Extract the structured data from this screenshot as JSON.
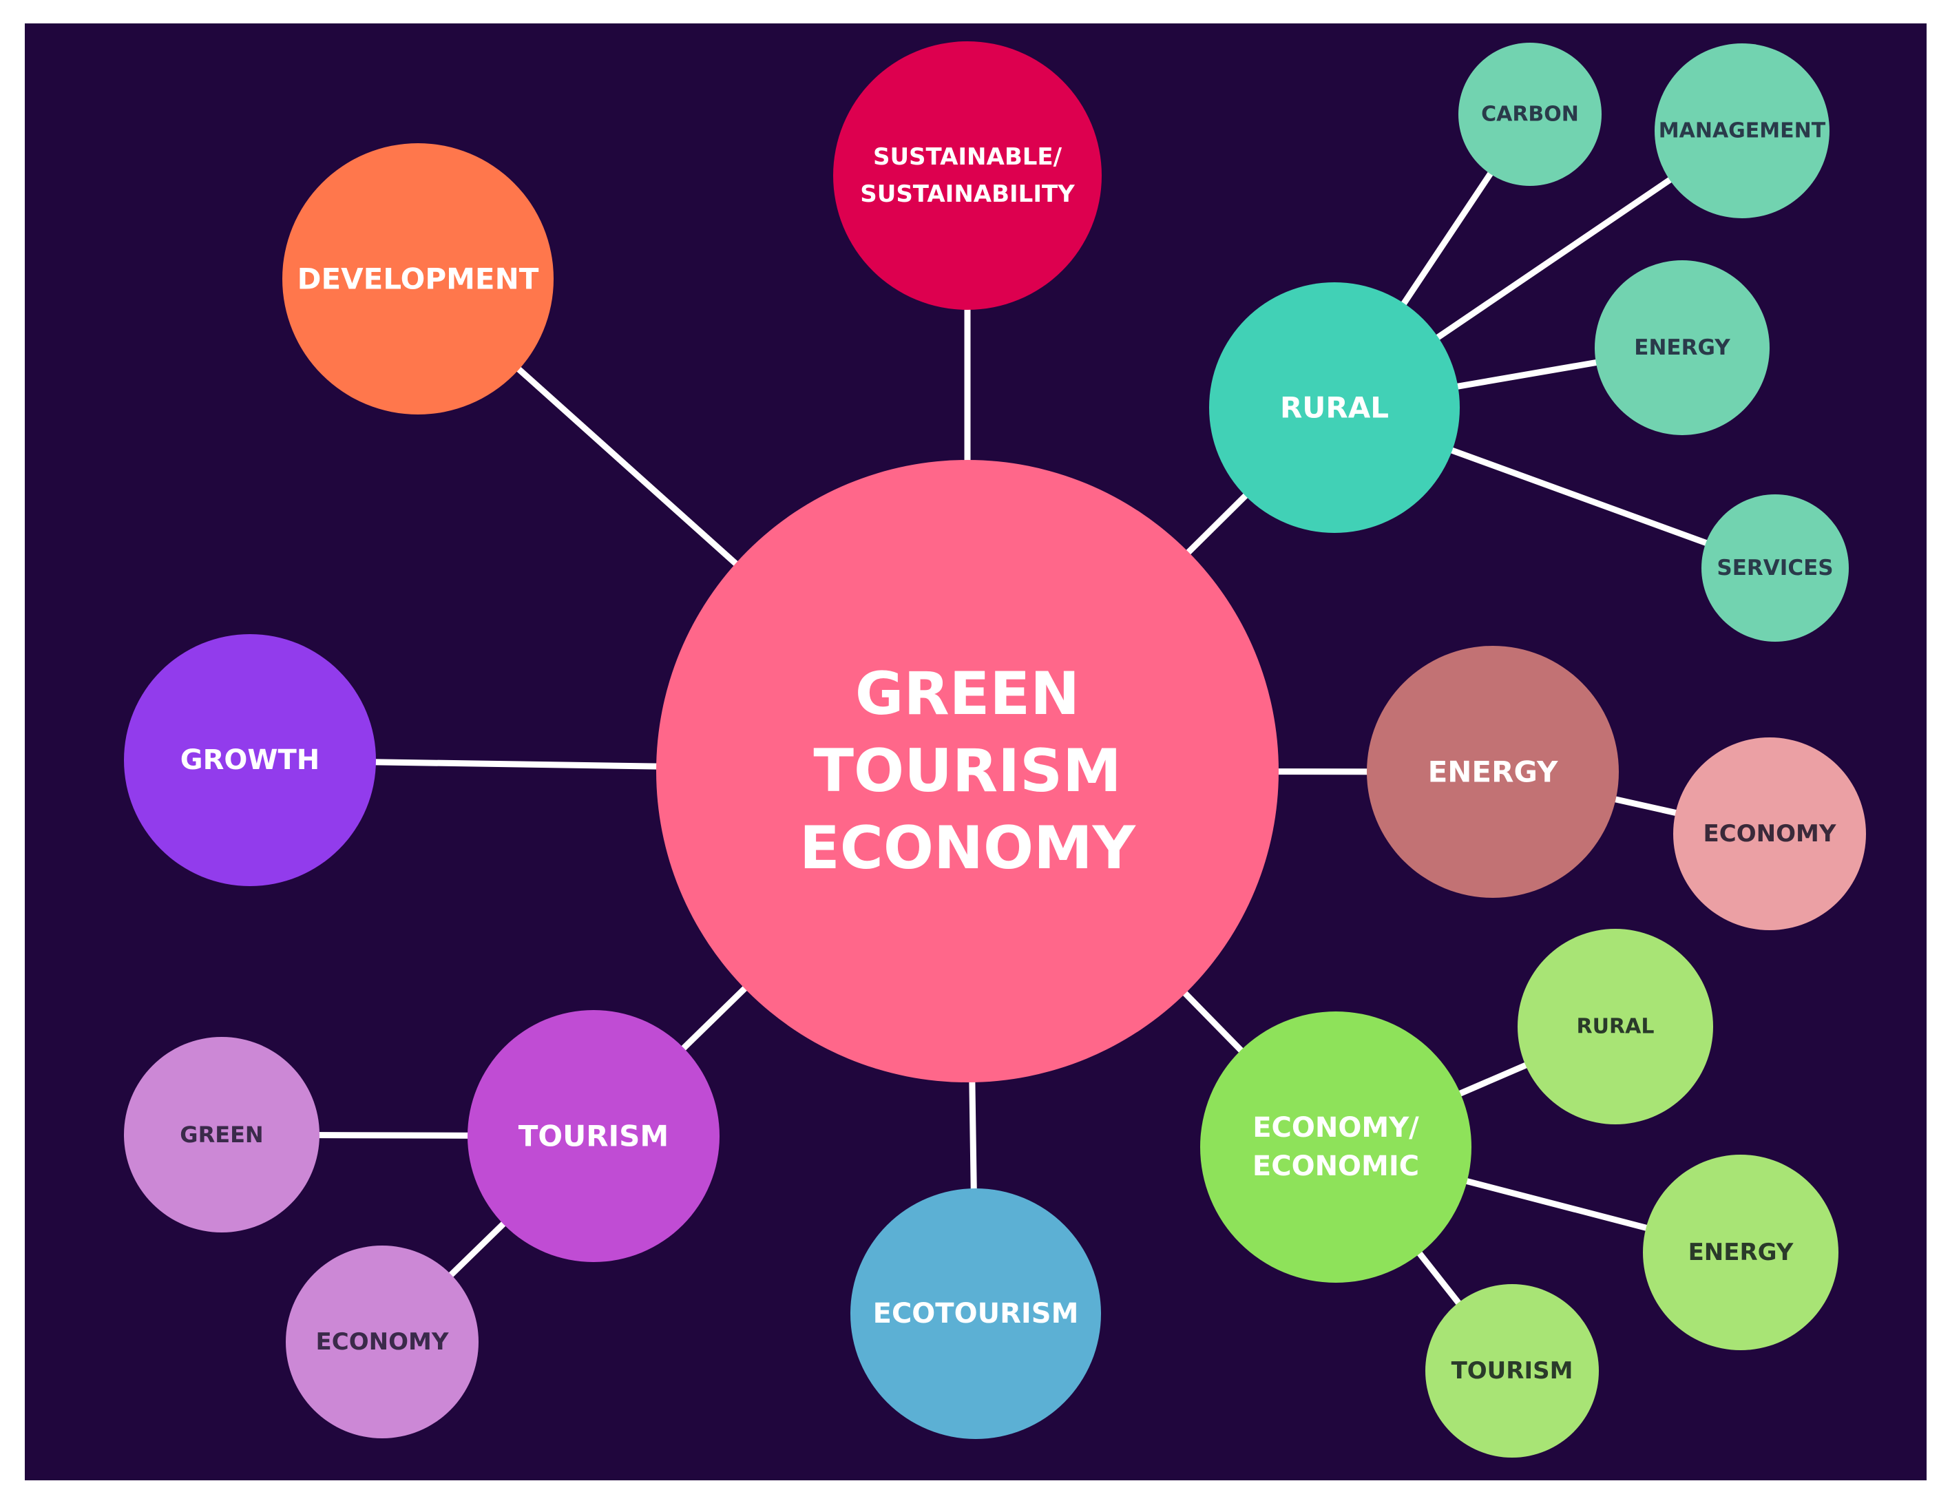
{
  "diagram": {
    "background": "#20063d",
    "edge_color": "#ffffff",
    "center": {
      "lines": [
        "GREEN",
        "TOURISM",
        "ECONOMY"
      ],
      "color": "#ff678a",
      "text_color": "#ffffff"
    },
    "nodes": [
      {
        "id": "sustainable",
        "lines": [
          "SUSTAINABLE/",
          "SUSTAINABILITY"
        ],
        "color": "#dd004f",
        "text_color": "#ffffff",
        "parent": "center"
      },
      {
        "id": "development",
        "lines": [
          "DEVELOPMENT"
        ],
        "color": "#ff774c",
        "text_color": "#ffffff",
        "parent": "center"
      },
      {
        "id": "rural",
        "lines": [
          "RURAL"
        ],
        "color": "#41d1b6",
        "text_color": "#ffffff",
        "parent": "center"
      },
      {
        "id": "rural-carbon",
        "lines": [
          "CARBON"
        ],
        "color": "#72d3b0",
        "text_color": "#2a3a4a",
        "parent": "rural"
      },
      {
        "id": "rural-management",
        "lines": [
          "MANAGEMENT"
        ],
        "color": "#72d3b0",
        "text_color": "#2a3a4a",
        "parent": "rural"
      },
      {
        "id": "rural-energy",
        "lines": [
          "ENERGY"
        ],
        "color": "#72d3b0",
        "text_color": "#2a3a4a",
        "parent": "rural"
      },
      {
        "id": "rural-services",
        "lines": [
          "SERVICES"
        ],
        "color": "#72d3b0",
        "text_color": "#2a3a4a",
        "parent": "rural"
      },
      {
        "id": "growth",
        "lines": [
          "GROWTH"
        ],
        "color": "#923cec",
        "text_color": "#ffffff",
        "parent": "center"
      },
      {
        "id": "energy",
        "lines": [
          "ENERGY"
        ],
        "color": "#c27274",
        "text_color": "#ffffff",
        "parent": "center"
      },
      {
        "id": "energy-economy",
        "lines": [
          "ECONOMY"
        ],
        "color": "#eba0a4",
        "text_color": "#3a2a3a",
        "parent": "energy"
      },
      {
        "id": "tourism",
        "lines": [
          "TOURISM"
        ],
        "color": "#c04cd4",
        "text_color": "#ffffff",
        "parent": "center"
      },
      {
        "id": "tourism-green",
        "lines": [
          "GREEN"
        ],
        "color": "#cc88d6",
        "text_color": "#3a2a4a",
        "parent": "tourism"
      },
      {
        "id": "tourism-economy",
        "lines": [
          "ECONOMY"
        ],
        "color": "#cc88d6",
        "text_color": "#3a2a4a",
        "parent": "tourism"
      },
      {
        "id": "ecotourism",
        "lines": [
          "ECOTOURISM"
        ],
        "color": "#5cb0d4",
        "text_color": "#ffffff",
        "parent": "center"
      },
      {
        "id": "economy",
        "lines": [
          "ECONOMY/",
          "ECONOMIC"
        ],
        "color": "#8ee25a",
        "text_color": "#ffffff",
        "parent": "center"
      },
      {
        "id": "economy-rural",
        "lines": [
          "RURAL"
        ],
        "color": "#a8e475",
        "text_color": "#2a3a2a",
        "parent": "economy"
      },
      {
        "id": "economy-energy",
        "lines": [
          "ENERGY"
        ],
        "color": "#a8e475",
        "text_color": "#2a3a2a",
        "parent": "economy"
      },
      {
        "id": "economy-tourism",
        "lines": [
          "TOURISM"
        ],
        "color": "#a8e475",
        "text_color": "#2a3a2a",
        "parent": "economy"
      }
    ]
  }
}
